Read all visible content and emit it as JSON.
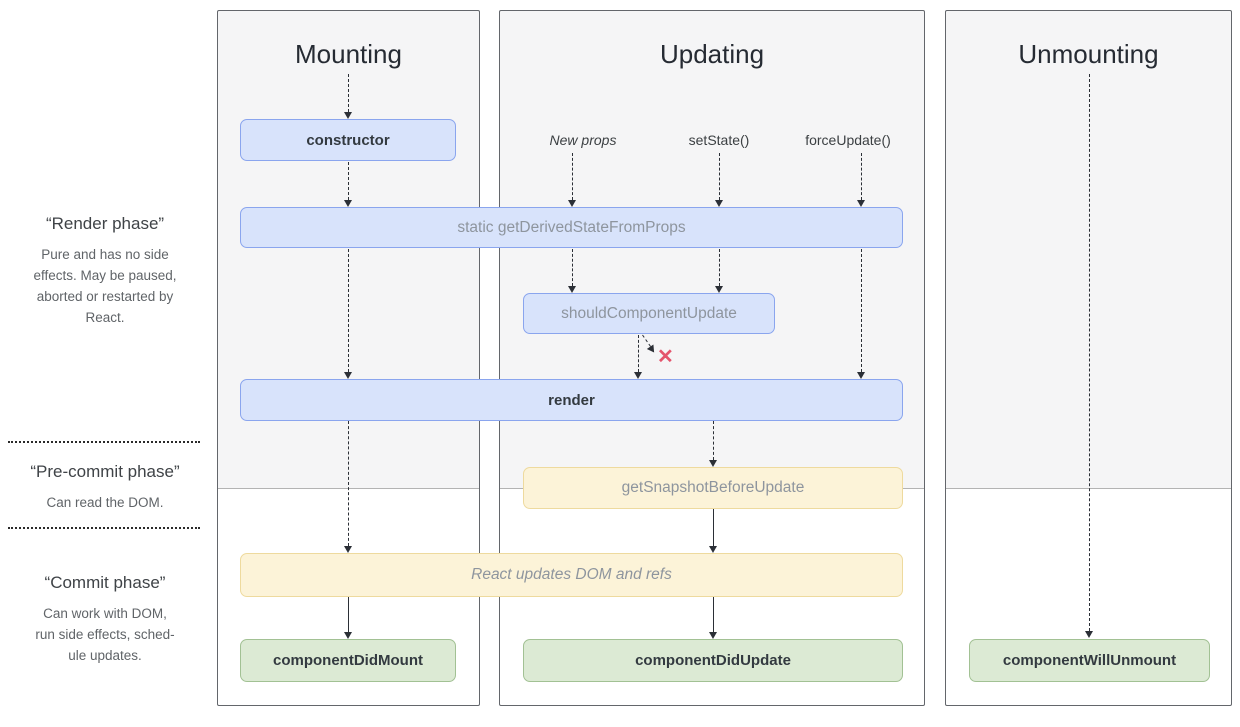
{
  "sidebar": {
    "phases": [
      {
        "title": "“Render phase”",
        "desc": "Pure and has no side\neffects. May be paused,\naborted or restarted by\nReact."
      },
      {
        "title": "“Pre-commit phase”",
        "desc": "Can read the DOM."
      },
      {
        "title": "“Commit phase”",
        "desc": "Can work with DOM,\nrun side effects, sched-\nule updates."
      }
    ]
  },
  "columns": {
    "mounting": {
      "title": "Mounting"
    },
    "updating": {
      "title": "Updating",
      "triggers": {
        "new_props": "New props",
        "set_state": "setState()",
        "force_update": "forceUpdate()"
      }
    },
    "unmounting": {
      "title": "Unmounting"
    }
  },
  "methods": {
    "constructor_box": "constructor",
    "get_derived_state_from_props": "static getDerivedStateFromProps",
    "should_component_update": "shouldComponentUpdate",
    "render_box": "render",
    "get_snapshot_before_update": "getSnapshotBeforeUpdate",
    "react_updates_dom": "React updates DOM and refs",
    "component_did_mount": "componentDidMount",
    "component_did_update": "componentDidUpdate",
    "component_will_unmount": "componentWillUnmount"
  },
  "icons": {
    "reject_x": "✕"
  },
  "colors": {
    "panel_bg": "#f5f5f6",
    "blue_fill": "#d8e3fb",
    "blue_border": "#8aa5ee",
    "yellow_fill": "#fcf3d8",
    "yellow_border": "#eeda9e",
    "green_fill": "#dcead4",
    "green_border": "#a2c194",
    "reject_red": "#e4546c"
  }
}
